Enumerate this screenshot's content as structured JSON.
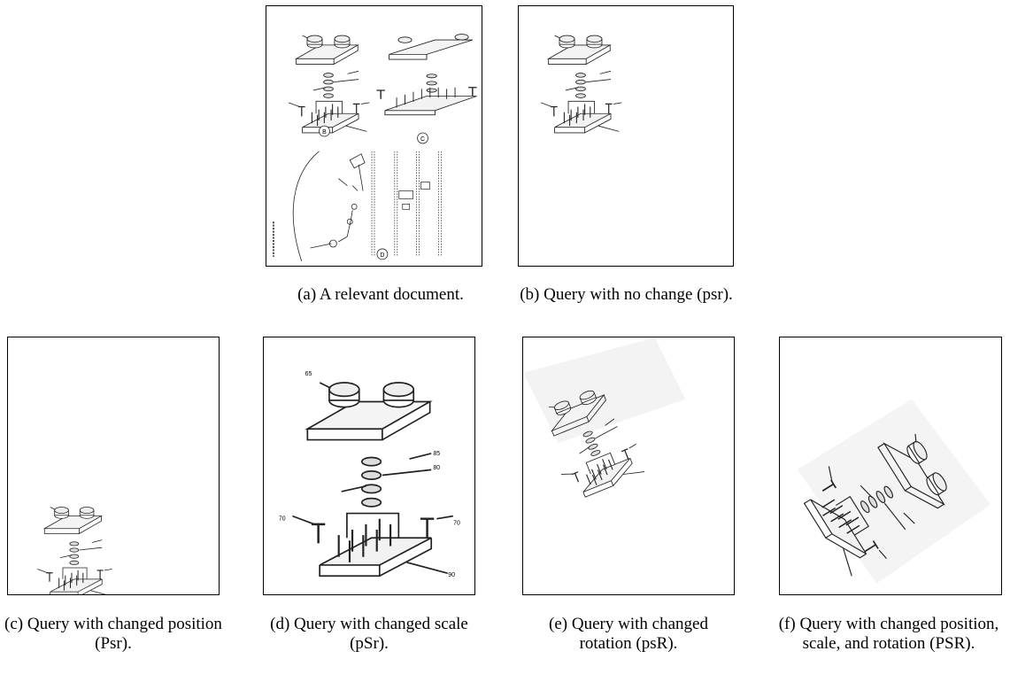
{
  "figure": {
    "panels": [
      {
        "id": "a",
        "caption": "(a) A relevant document."
      },
      {
        "id": "b",
        "caption": "(b) Query with no change (psr)."
      },
      {
        "id": "c",
        "caption": "(c) Query with changed position (Psr)."
      },
      {
        "id": "d",
        "caption": "(d) Query with changed scale (pSr)."
      },
      {
        "id": "e",
        "caption": "(e) Query with changed rotation (psR)."
      },
      {
        "id": "f",
        "caption": "(f) Query with changed position, scale, and rotation (PSR)."
      }
    ]
  },
  "drawing_labels": {
    "view_b": "B",
    "view_c": "C",
    "view_d": "D",
    "part_65": "65",
    "part_85": "85",
    "part_80": "80",
    "part_70": "70",
    "part_90": "90"
  }
}
